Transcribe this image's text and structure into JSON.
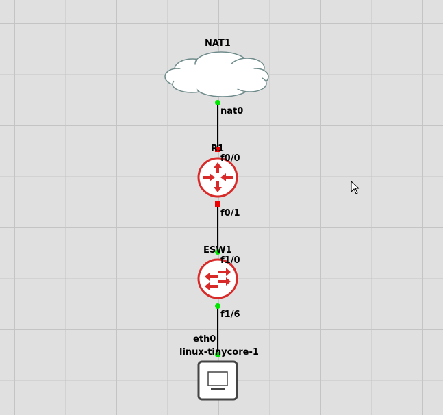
{
  "topology": {
    "nodes": {
      "nat": {
        "name": "NAT1",
        "icon": "cloud-icon"
      },
      "router": {
        "name": "R1",
        "icon": "router-icon"
      },
      "switch": {
        "name": "ESW1",
        "icon": "ethernet-switch-icon"
      },
      "host": {
        "name": "linux-tinycore-1",
        "icon": "computer-monitor-icon"
      }
    },
    "links": [
      {
        "from_port": "nat0",
        "to_port": "f0/0",
        "from_status": "up",
        "to_status": "down"
      },
      {
        "from_port": "f0/1",
        "to_port": "f1/0",
        "from_status": "down",
        "to_status": "up"
      },
      {
        "from_port": "f1/6",
        "to_port": "eth0",
        "from_status": "up",
        "to_status": "up"
      }
    ]
  },
  "colors": {
    "background": "#e0e0e0",
    "grid": "#c4c4c4",
    "link": "#000000",
    "port_up": "#00e600",
    "port_down": "#ee0000",
    "device_red": "#d92a2a",
    "cloud_fill": "#ffffff",
    "cloud_stroke": "#6e8a8a",
    "host_stroke": "#444444"
  }
}
